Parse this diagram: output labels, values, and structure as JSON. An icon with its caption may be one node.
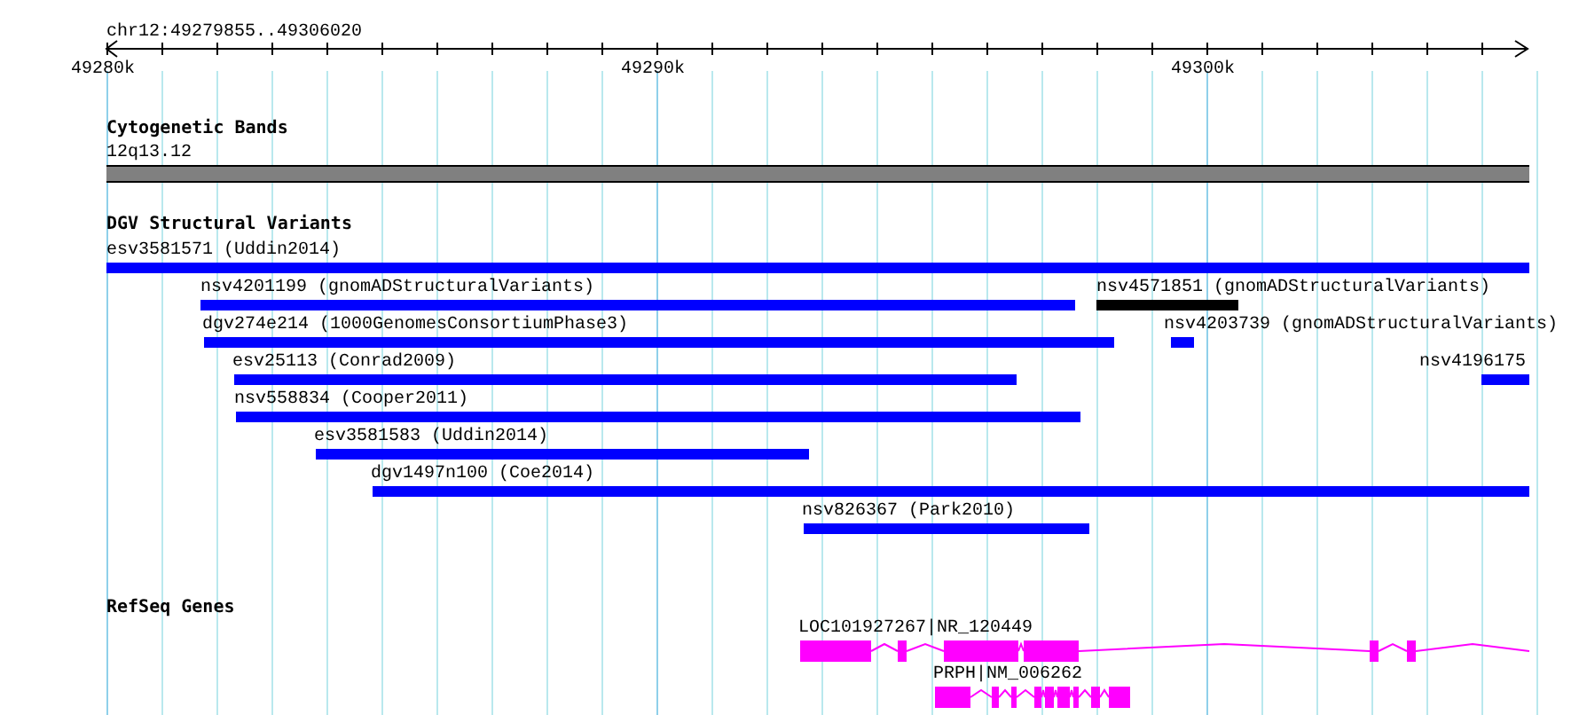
{
  "diagram": {
    "title": "chr12:49279855..49306020",
    "nodes": [
      {
        "text": [
          "12q13.12"
        ]
      },
      {
        "text": [
          "esv3581571 (Uddin2014)"
        ]
      },
      {
        "text": [
          "nsv4201199 (gnomADStructuralVariants)"
        ]
      },
      {
        "text": [
          "nsv4571851 (gnomADStructuralVariants)"
        ]
      },
      {
        "text": [
          "dgv274e214 (1000GenomesConsortiumPhase3)"
        ]
      },
      {
        "text": [
          "nsv4203739 (gnomADStructuralVariants)"
        ]
      },
      {
        "text": [
          "esv25113 (Conrad2009)"
        ]
      },
      {
        "text": [
          "nsv4196175"
        ]
      },
      {
        "text": [
          "nsv558834 (Cooper2011)"
        ]
      },
      {
        "text": [
          "esv3581583 (Uddin2014)"
        ]
      },
      {
        "text": [
          "dgv1497n100 (Coe2014)"
        ]
      },
      {
        "text": [
          "nsv826367 (Park2010)"
        ]
      },
      {
        "text": [
          "LOC101927267|NR_120449"
        ]
      },
      {
        "text": [
          "PRPH|NM_006262"
        ]
      }
    ],
    "labels": [
      "49280k",
      "49290k",
      "49300k",
      "Cytogenetic Bands",
      "DGV Structural Variants",
      "RefSeq Genes"
    ]
  }
}
